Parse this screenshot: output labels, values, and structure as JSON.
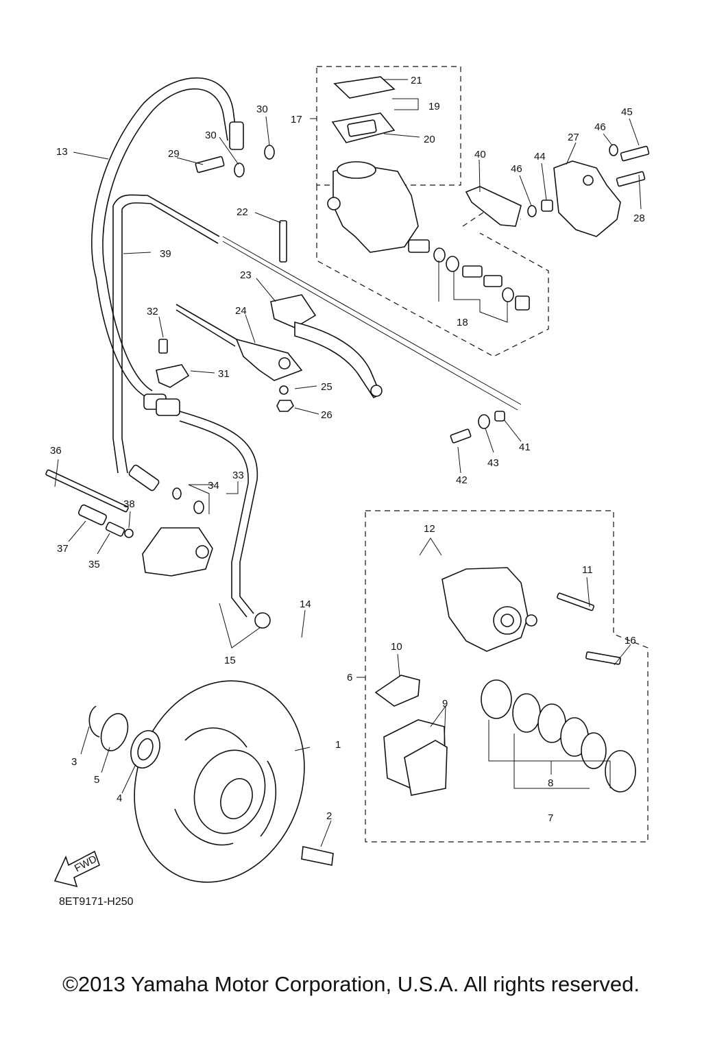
{
  "diagram_code": "8ET9171-H250",
  "copyright": "©2013 Yamaha Motor Corporation, U.S.A. All rights reserved.",
  "fwd_badge": "FWD",
  "callouts": [
    "1",
    "2",
    "3",
    "4",
    "5",
    "6",
    "7",
    "8",
    "9",
    "10",
    "11",
    "12",
    "13",
    "14",
    "15",
    "16",
    "17",
    "18",
    "19",
    "20",
    "21",
    "22",
    "23",
    "24",
    "25",
    "26",
    "27",
    "28",
    "29",
    "30",
    "30",
    "31",
    "32",
    "33",
    "34",
    "35",
    "36",
    "37",
    "38",
    "39",
    "40",
    "41",
    "42",
    "43",
    "44",
    "45",
    "46",
    "46"
  ]
}
